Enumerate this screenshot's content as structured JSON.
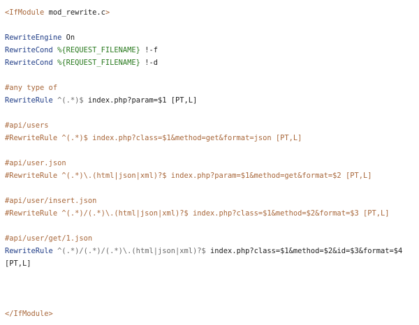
{
  "editor": {
    "lines": [
      [
        {
          "t": "<IfModule",
          "c": "tag"
        },
        {
          "t": " mod_rewrite.c",
          "c": "plain"
        },
        {
          "t": ">",
          "c": "tag"
        }
      ],
      [],
      [
        {
          "t": "RewriteEngine",
          "c": "kw"
        },
        {
          "t": " On",
          "c": "plain"
        }
      ],
      [
        {
          "t": "RewriteCond",
          "c": "kw"
        },
        {
          "t": " %{REQUEST_FILENAME}",
          "c": "str"
        },
        {
          "t": " !-f",
          "c": "plain"
        }
      ],
      [
        {
          "t": "RewriteCond",
          "c": "kw"
        },
        {
          "t": " %{REQUEST_FILENAME}",
          "c": "str"
        },
        {
          "t": " !-d",
          "c": "plain"
        }
      ],
      [],
      [
        {
          "t": "#any type of",
          "c": "comment"
        }
      ],
      [
        {
          "t": "RewriteRule",
          "c": "kw"
        },
        {
          "t": " ^(.*)$",
          "c": "op"
        },
        {
          "t": " index.php?param=$1 [PT,L]",
          "c": "plain"
        }
      ],
      [],
      [
        {
          "t": "#api/users",
          "c": "comment"
        }
      ],
      [
        {
          "t": "#RewriteRule ^(.*)$ index.php?class=$1&method=get&format=json [PT,L]",
          "c": "comment"
        }
      ],
      [],
      [
        {
          "t": "#api/user.json",
          "c": "comment"
        }
      ],
      [
        {
          "t": "#RewriteRule ^(.*)\\.(html|json|xml)?$ index.php?param=$1&method=get&format=$2 [PT,L]",
          "c": "comment"
        }
      ],
      [],
      [
        {
          "t": "#api/user/insert.json",
          "c": "comment"
        }
      ],
      [
        {
          "t": "#RewriteRule ^(.*)/(.*)\\.(html|json|xml)?$ index.php?class=$1&method=$2&format=$3 [PT,L]",
          "c": "comment"
        }
      ],
      [],
      [
        {
          "t": "#api/user/get/1.json",
          "c": "comment"
        }
      ],
      [
        {
          "t": "RewriteRule",
          "c": "kw"
        },
        {
          "t": " ^(.*)/(.*)/(.*)\\.(html|json|xml)?$",
          "c": "op"
        },
        {
          "t": " index.php?class=$1&method=$2&id=$3&format=$4",
          "c": "plain"
        }
      ],
      [
        {
          "t": "[PT,L]",
          "c": "plain"
        }
      ],
      [],
      [],
      [],
      [
        {
          "t": "</IfModule>",
          "c": "tag"
        }
      ]
    ]
  }
}
